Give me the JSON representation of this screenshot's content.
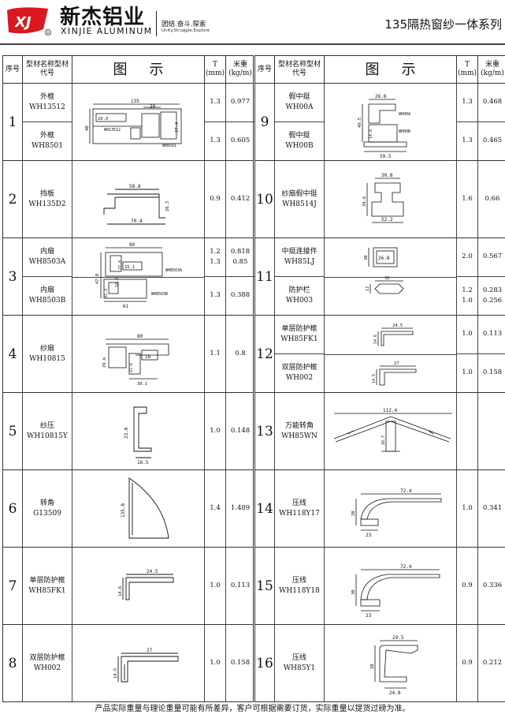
{
  "header": {
    "logo_text": "XJ",
    "brand_cn": "新杰铝业",
    "brand_en": "XINJIE ALUMINUM",
    "slogan_cn": "团结.奋斗.探索",
    "slogan_en": "Unity.Struggle.Explore",
    "series": "135隔热窗纱一体系列"
  },
  "columns": {
    "no": "序号",
    "name": "型材名称型材代号",
    "figure": "图示",
    "thickness": "T",
    "thickness_unit": "(mm)",
    "weight": "米重",
    "weight_unit": "(kg/m)"
  },
  "left_groups": [
    {
      "no": "1",
      "items": [
        {
          "name": "外框",
          "code": "WH13512",
          "t": "1.3",
          "w": "0.977",
          "dims": [
            "135",
            "20",
            "29.9",
            "WH13512",
            "27.4",
            "40",
            "WH8501"
          ]
        },
        {
          "name": "外框",
          "code": "WH8501",
          "t": "1.3",
          "w": "0.605"
        }
      ]
    },
    {
      "no": "2",
      "items": [
        {
          "name": "挡板",
          "code": "WH135D2",
          "t": "0.9",
          "w": "0.412",
          "dims": [
            "58.8",
            "26.3",
            "70.4"
          ]
        }
      ]
    },
    {
      "no": "3",
      "items": [
        {
          "name": "内扇",
          "code": "WH8503A",
          "t": "1.2 1.3",
          "w": "0.818 0.85",
          "dims": [
            "80",
            "27.8",
            "15.1",
            "WH8503A",
            "47.8",
            "31.3",
            "16.8",
            "WH8503B",
            "61"
          ]
        },
        {
          "name": "内扇",
          "code": "WH8503B",
          "t": "1.3",
          "w": "0.388"
        }
      ]
    },
    {
      "no": "4",
      "items": [
        {
          "name": "纱扇",
          "code": "WH10815",
          "t": "1.1",
          "w": "0.8",
          "dims": [
            "80",
            "29.6",
            "27.6",
            "16",
            "39.1"
          ]
        }
      ]
    },
    {
      "no": "5",
      "items": [
        {
          "name": "纱压",
          "code": "WH10815Y",
          "t": "1.0",
          "w": "0.148",
          "dims": [
            "23.6",
            "16.5"
          ]
        }
      ]
    },
    {
      "no": "6",
      "items": [
        {
          "name": "转角",
          "code": "G13509",
          "t": "1.4",
          "w": "1.489",
          "dims": [
            "135.6"
          ]
        }
      ]
    },
    {
      "no": "7",
      "items": [
        {
          "name": "单层防护框",
          "code": "WH85FK1",
          "t": "1.0",
          "w": "0.113",
          "dims": [
            "24.5",
            "14.6"
          ]
        }
      ]
    },
    {
      "no": "8",
      "items": [
        {
          "name": "双层防护框",
          "code": "WH002",
          "t": "1.0",
          "w": "0.158",
          "dims": [
            "27",
            "14.5"
          ]
        }
      ]
    }
  ],
  "right_groups": [
    {
      "no": "9",
      "items": [
        {
          "name": "假中挺",
          "code": "WH00A",
          "t": "1.3",
          "w": "0.468",
          "dims": [
            "26.8",
            "WH00A",
            "49.5",
            "14.8",
            "WH00B",
            "59.5"
          ]
        },
        {
          "name": "假中挺",
          "code": "WH00B",
          "t": "1.3",
          "w": "0.465"
        }
      ]
    },
    {
      "no": "10",
      "items": [
        {
          "name": "纱扇假中挺",
          "code": "WH8514J",
          "t": "1.6",
          "w": "0.66",
          "dims": [
            "30.8",
            "34.6",
            "52.2"
          ]
        }
      ]
    },
    {
      "no": "11",
      "items": [
        {
          "name": "中挺连接件",
          "code": "WH85LJ",
          "t": "2.0",
          "w": "0.567",
          "dims": [
            "30",
            "26.8"
          ]
        },
        {
          "name": "防护栏",
          "code": "WH003",
          "t": "1.2 1.0",
          "w": "0.283 0.256",
          "dims": [
            "30",
            "13"
          ]
        }
      ]
    },
    {
      "no": "12",
      "items": [
        {
          "name": "单层防护框",
          "code": "WH85FK1",
          "t": "1.0",
          "w": "0.113",
          "dims": [
            "24.5",
            "14.6"
          ]
        },
        {
          "name": "双层防护框",
          "code": "WH002",
          "t": "1.0",
          "w": "0.158",
          "dims": [
            "27",
            "14.5"
          ]
        }
      ]
    },
    {
      "no": "13",
      "items": [
        {
          "name": "万能转角",
          "code": "WH85WN",
          "t": "",
          "w": "",
          "dims": [
            "112.4",
            "28.7"
          ]
        }
      ]
    },
    {
      "no": "14",
      "items": [
        {
          "name": "压线",
          "code": "WH118Y17",
          "t": "1.0",
          "w": "0.341",
          "dims": [
            "72.4",
            "20",
            "23"
          ]
        }
      ]
    },
    {
      "no": "15",
      "items": [
        {
          "name": "压线",
          "code": "WH118Y18",
          "t": "0.9",
          "w": "0.336",
          "dims": [
            "72.4",
            "30",
            "23"
          ]
        }
      ]
    },
    {
      "no": "16",
      "items": [
        {
          "name": "压线",
          "code": "WH85Y1",
          "t": "0.9",
          "w": "0.212",
          "dims": [
            "29.5",
            "20",
            "24.8"
          ]
        }
      ]
    }
  ],
  "footer": "产品实际重量与理论重量可能有所差异，客户可根据需要订货，实际重量以提货过磅为准。"
}
